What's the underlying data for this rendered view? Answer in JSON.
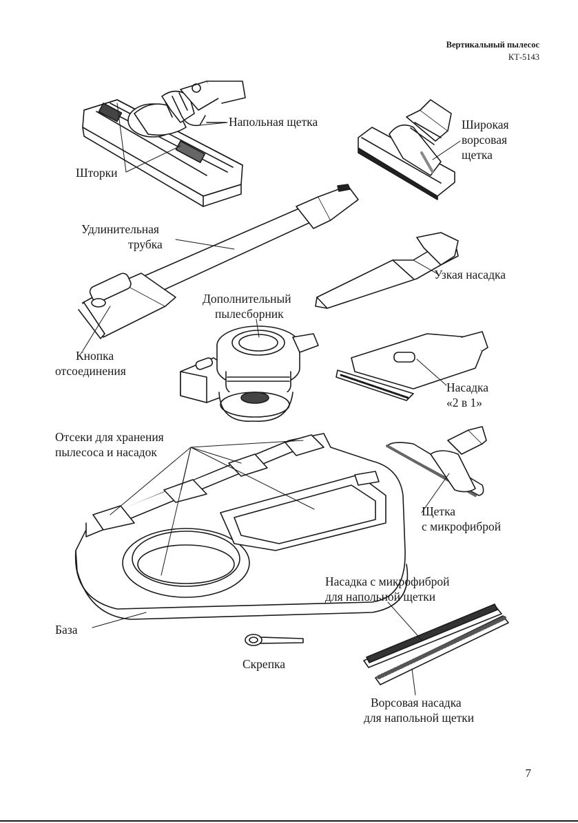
{
  "header": {
    "title": "Вертикальный пылесос",
    "model": "КТ-5143"
  },
  "labels": {
    "floor_brush": "Напольная щетка",
    "shutters": "Шторки",
    "wide_brush_1": "Широкая",
    "wide_brush_2": "ворсовая",
    "wide_brush_3": "щетка",
    "tube_1": "Удлинительная",
    "tube_2": "трубка",
    "crevice": "Узкая насадка",
    "release_1": "Кнопка",
    "release_2": "отсоединения",
    "extra_bin_1": "Дополнительный",
    "extra_bin_2": "пылесборник",
    "two_in_one_1": "Насадка",
    "two_in_one_2": "«2 в 1»",
    "storage_1": "Отсеки для хранения",
    "storage_2": "пылесоса и насадок",
    "microfiber_brush_1": "Щетка",
    "microfiber_brush_2": "с микрофиброй",
    "microfiber_pad_1": "Насадка с микрофиброй",
    "microfiber_pad_2": "для напольной щетки",
    "base": "База",
    "clip": "Скрепка",
    "bristle_pad_1": "Ворсовая насадка",
    "bristle_pad_2": "для напольной щетки"
  },
  "page_number": "7"
}
